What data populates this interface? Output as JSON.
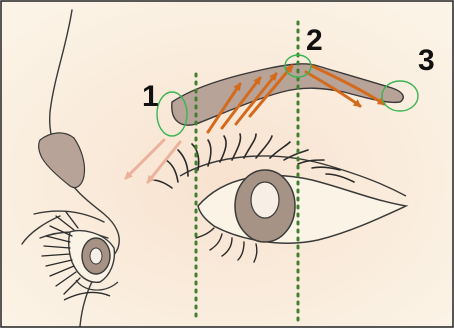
{
  "labels": {
    "point_1": "1",
    "point_2": "2",
    "point_3": "3"
  },
  "colors": {
    "background": "#fbf1e4",
    "line_art": "#3a3a3a",
    "brow_fill": "#b8a398",
    "iris_fill": "#a79286",
    "guide_line": "#3f7f2f",
    "marker_circle": "#39b552",
    "arrow_primary": "#d46a1c",
    "arrow_faded": "#eab29a",
    "label_text": "#111111"
  },
  "arrows": {
    "brow_upward_count": 4,
    "brow_outward_count": 2,
    "faded_downward_count": 2
  }
}
